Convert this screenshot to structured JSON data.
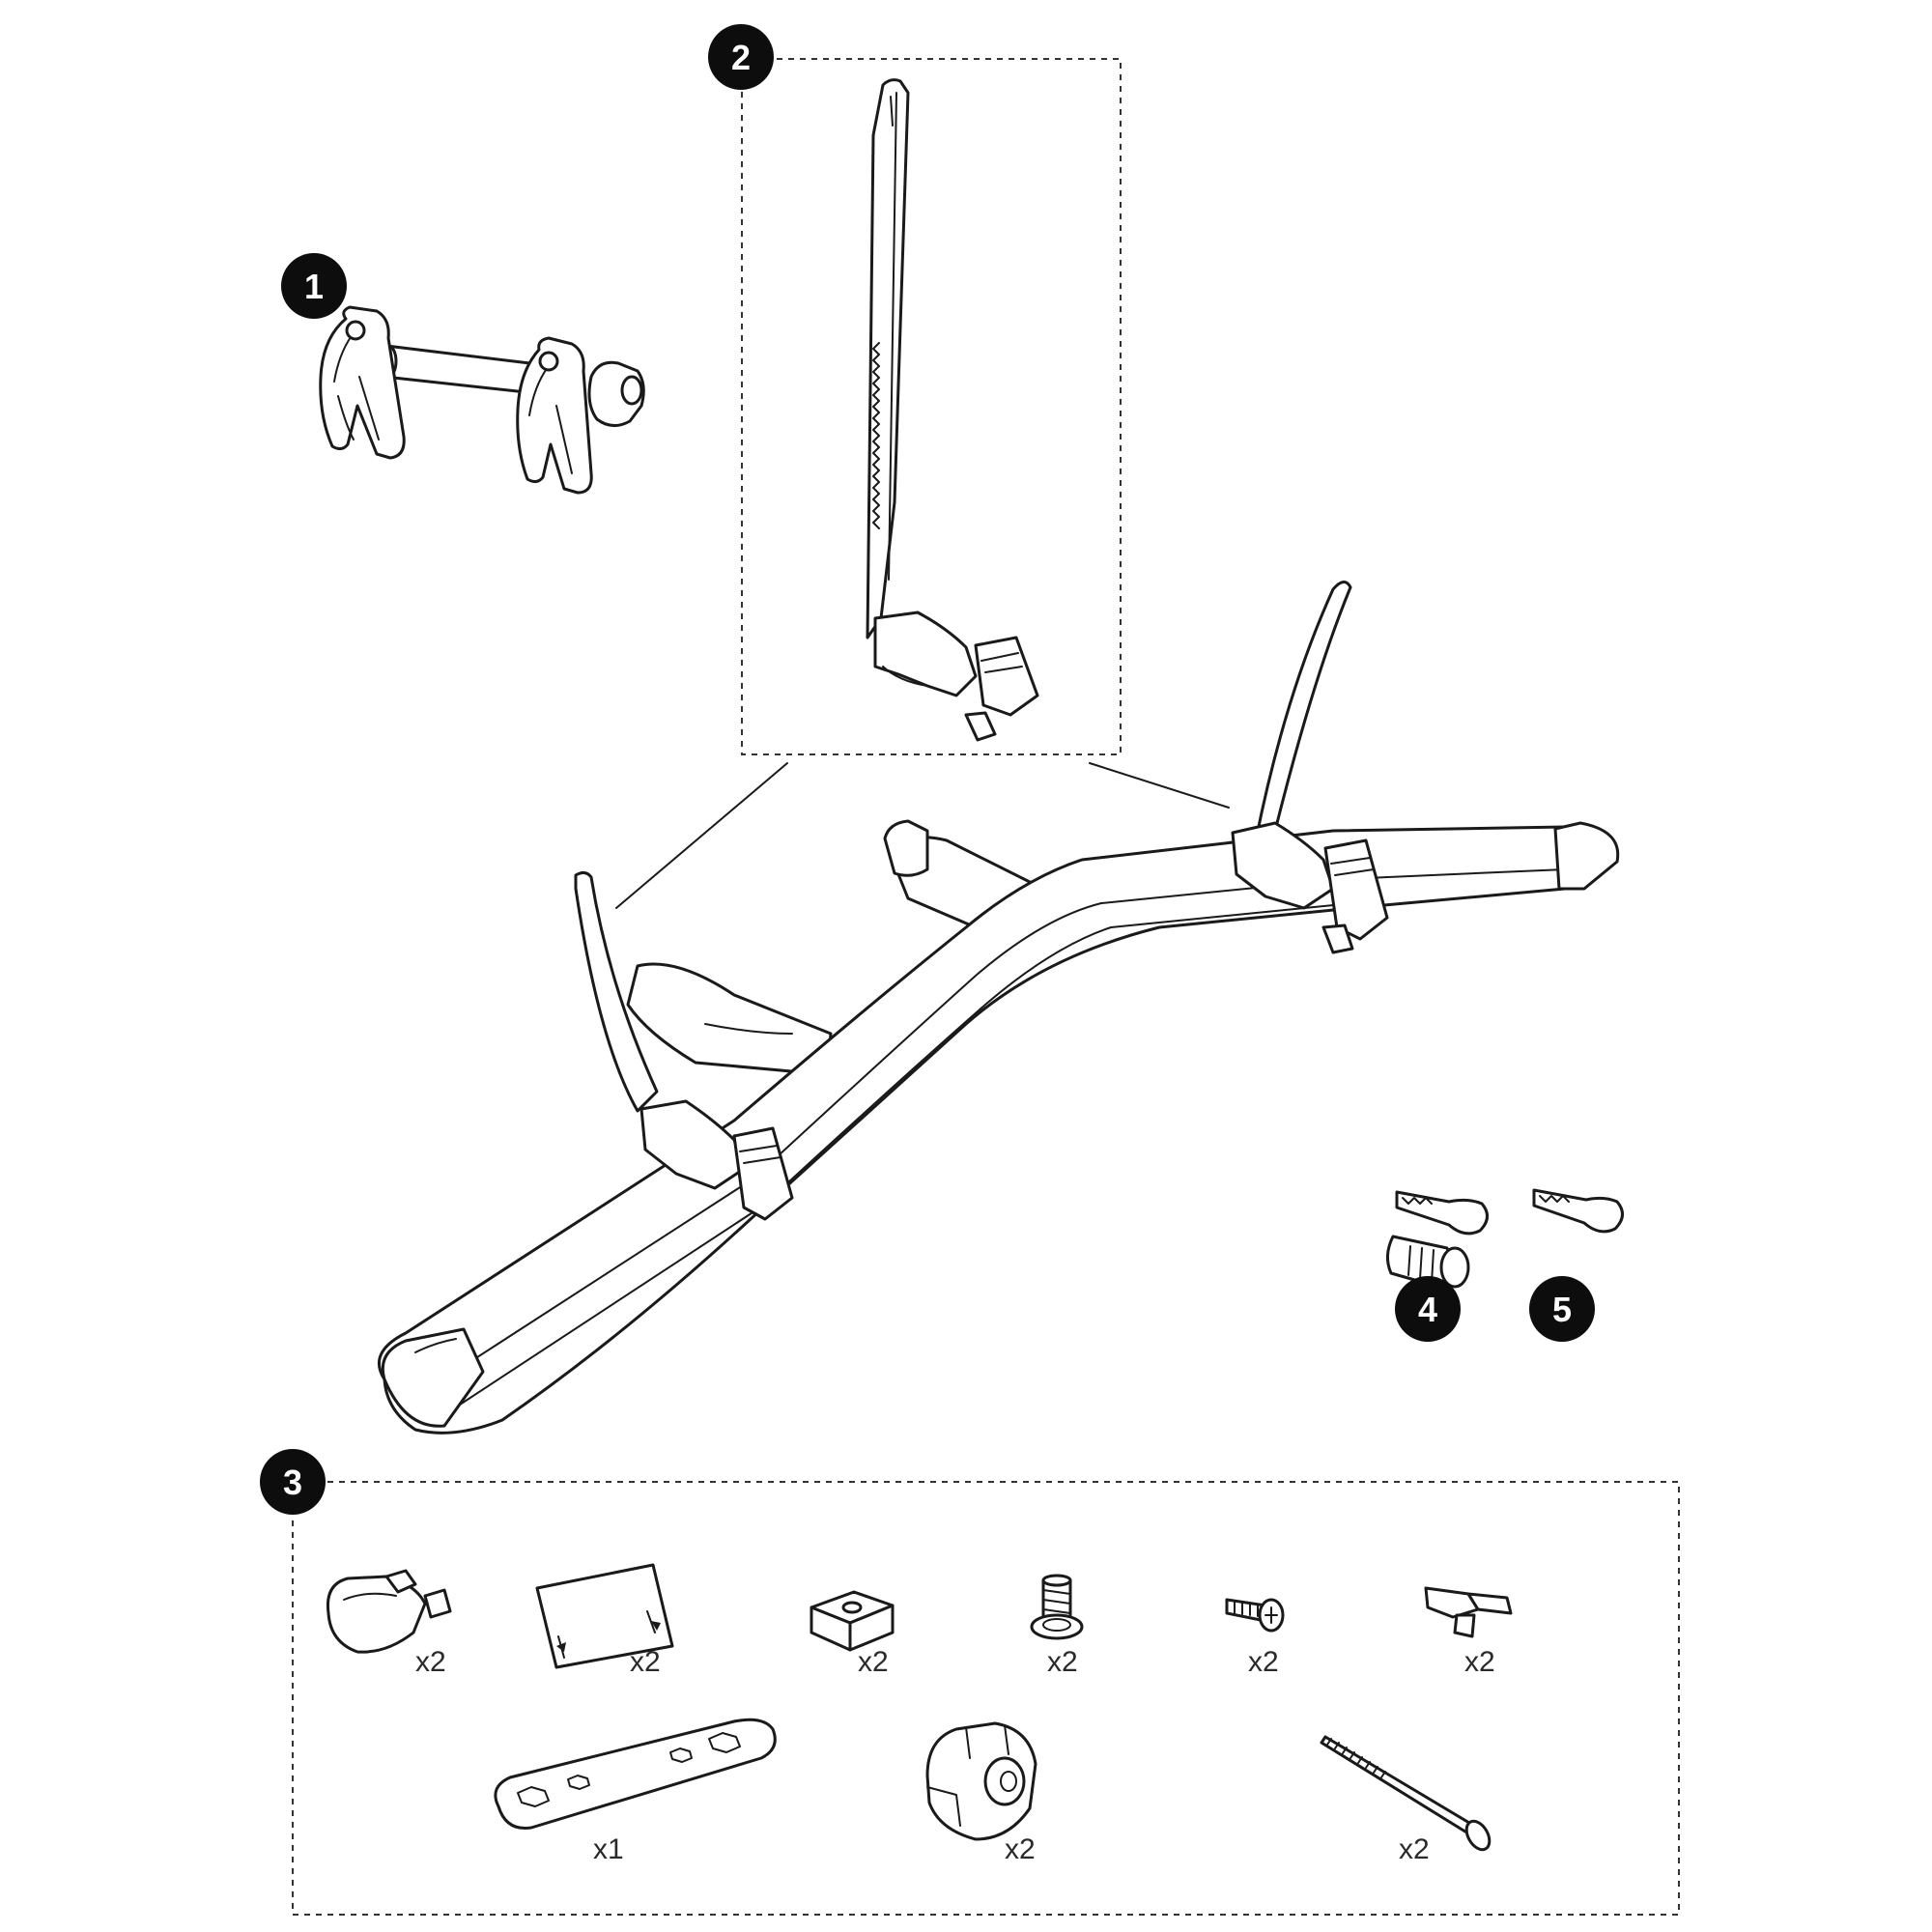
{
  "colors": {
    "line": "#1a1a1a",
    "badge": "#0d0d0d",
    "background": "#ffffff"
  },
  "callouts": {
    "c1": "1",
    "c2": "2",
    "c3": "3",
    "c4": "4",
    "c5": "5"
  },
  "hardware": {
    "end_cap_qty": "x2",
    "sticker_qty": "x2",
    "square_nut_qty": "x2",
    "washer_bolt_qty": "x2",
    "screw_qty": "x2",
    "strap_clip_qty": "x2",
    "wrench_qty": "x1",
    "knob_qty": "x2",
    "long_bolt_qty": "x2"
  },
  "icons": [
    "wheel-clamp-icon",
    "frame-arm-icon",
    "carrier-rail-icon",
    "end-cap-icon",
    "sticker-icon",
    "square-nut-icon",
    "washer-bolt-icon",
    "screw-icon",
    "strap-clip-icon",
    "wrench-icon",
    "knob-icon",
    "long-bolt-icon",
    "key-icon",
    "lock-cylinder-icon"
  ]
}
